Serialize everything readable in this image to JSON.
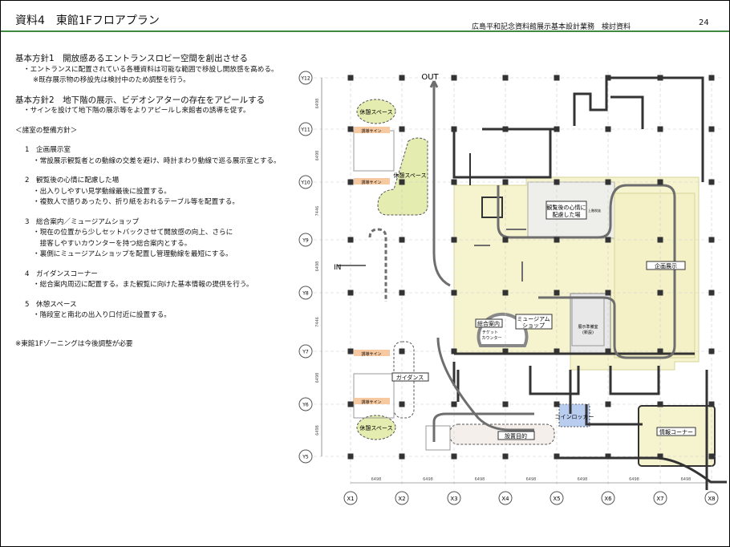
{
  "header": {
    "title": "資料4　東館1Fフロアプラン",
    "subtitle": "広島平和記念資料館展示基本設計業務　検討資料",
    "page": "24"
  },
  "policies": [
    {
      "heading": "基本方針1　開放感あるエントランスロビー空間を創出させる",
      "lines": [
        "・エントランスに配置されている各種資料は可能な範囲で移設し開放感を高める。"
      ],
      "note": "※既存展示物の移設先は検討中のため調整を行う。"
    },
    {
      "heading": "基本方針2　地下階の展示、ビデオシアターの存在をアピールする",
      "lines": [
        "・サインを設けて地下階の展示等をよりアピールし来館者の誘導を促す。"
      ]
    }
  ],
  "rooms_heading": "＜諸室の整備方針＞",
  "rooms": [
    {
      "title": "1　企画展示室",
      "lines": [
        "・常設展示観覧者との動線の交差を避け、時計まわり動線で巡る展示室とする。"
      ]
    },
    {
      "title": "2　観覧後の心情に配慮した場",
      "lines": [
        "・出入りしやすい見学動線最後に設置する。",
        "・複数人で語りあったり、折り紙をおれるテーブル等を配置する。"
      ]
    },
    {
      "title": "3　総合案内／ミュージアムショップ",
      "lines": [
        "・現在の位置から少しセットバックさせて開放感の向上、さらに",
        "　接客しやすいカウンターを持つ総合案内とする。",
        "・裏側にミュージアムショップを配置し管理動線を最短にする。"
      ]
    },
    {
      "title": "4　ガイダンスコーナー",
      "lines": [
        "・総合案内周辺に配置する。また観覧に向けた基本情報の提供を行う。"
      ]
    },
    {
      "title": "5　休憩スペース",
      "lines": [
        "・階段室と南北の出入り口付近に設置する。"
      ]
    }
  ],
  "footnote": "※東館1Fゾーニングは今後調整が必要",
  "plan": {
    "x_axes": [
      "X1",
      "X2",
      "X3",
      "X4",
      "X5",
      "X6",
      "X7",
      "X8"
    ],
    "y_axes": [
      "Y12",
      "Y11",
      "Y10",
      "Y9",
      "Y8",
      "Y7",
      "Y6",
      "Y5"
    ],
    "x_dims": [
      "6498",
      "6498",
      "6498",
      "6498",
      "6498",
      "6498",
      "6498"
    ],
    "y_dims": [
      "6498",
      "6498",
      "7446",
      "6498",
      "7446",
      "6498",
      "6498"
    ],
    "labels": {
      "out": "OUT",
      "in": "IN",
      "rest1": "休憩スペース",
      "rest2": "休憩スペース",
      "rest3": "休憩スペース",
      "sign1": "誘導サイン",
      "sign2": "誘導サイン",
      "sign3": "誘導サイン",
      "sign4": "誘導サイン",
      "guidance": "ガイダンス",
      "reflection1": "観覧後の心情に",
      "reflection2": "配慮した場",
      "origami": "上階吹抜",
      "special": "企画展示",
      "info": "総合案内",
      "ticket1": "チケット",
      "ticket2": "カウンター",
      "shop1": "ミュージアム",
      "shop2": "ショップ",
      "prep1": "展示準備室",
      "prep2": "(新設)",
      "locker": "コインロッカー",
      "purpose": "設置目的",
      "infocorner": "情報コーナー"
    },
    "colors": {
      "zone": "#f6f3cf",
      "zone_border": "#d8d49a",
      "green": "#e4ecb0",
      "orange": "#f7c9a0",
      "blue": "#b9cdf0",
      "arrow": "#6e6e6e"
    }
  }
}
